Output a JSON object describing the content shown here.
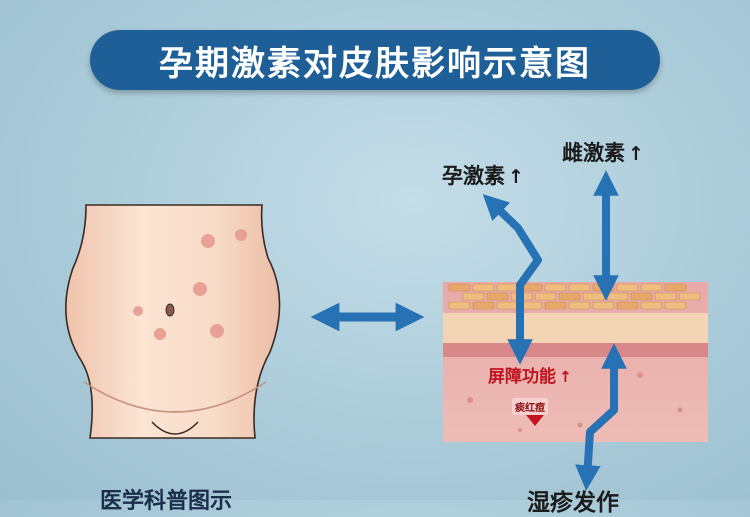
{
  "title": "孕期激素对皮肤影响示意图",
  "labels": {
    "progesterone": "孕激素",
    "estrogen": "雌激素",
    "barrier": "屏障功能",
    "redness": "痰红痘",
    "caption_left": "医学科普图示",
    "caption_right": "湿疹发作"
  },
  "arrow_glyph": "↑",
  "colors": {
    "background": "#a9cad8",
    "banner": "#1f5f97",
    "arrow": "#2672b4",
    "skin": "#f7dcc8",
    "lesion": "#e69a8e",
    "dermis": "#e8b0b0",
    "warning_red": "#c0141e"
  }
}
